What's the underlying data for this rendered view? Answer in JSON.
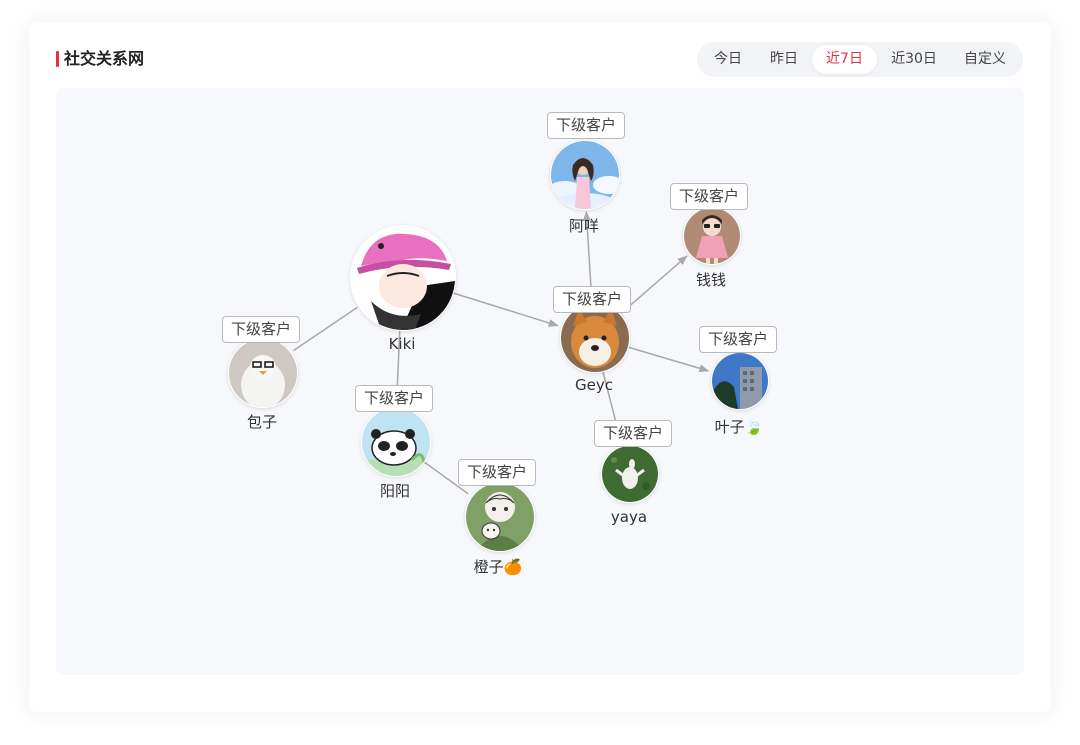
{
  "panel": {
    "title": "社交关系网"
  },
  "tabs": [
    {
      "label": "今日",
      "active": false
    },
    {
      "label": "昨日",
      "active": false
    },
    {
      "label": "近7日",
      "active": true
    },
    {
      "label": "近30日",
      "active": false
    },
    {
      "label": "自定义",
      "active": false
    }
  ],
  "badge_label": "下级客户",
  "colors": {
    "accent": "#e8313b",
    "edge": "#a8a8a8"
  },
  "nodes": [
    {
      "id": "kiki",
      "name": "Kiki",
      "badge": ""
    },
    {
      "id": "baozi",
      "name": "包子",
      "badge": "下级客户"
    },
    {
      "id": "yangyang",
      "name": "阳阳",
      "badge": "下级客户"
    },
    {
      "id": "chengzi",
      "name": "橙子🍊",
      "badge": "下级客户"
    },
    {
      "id": "geyc",
      "name": "Geyc",
      "badge": "下级客户"
    },
    {
      "id": "ayang",
      "name": "阿咩",
      "badge": "下级客户"
    },
    {
      "id": "qianqian",
      "name": "钱钱",
      "badge": "下级客户"
    },
    {
      "id": "yezi",
      "name": "叶子🍃",
      "badge": "下级客户"
    },
    {
      "id": "yaya",
      "name": "yaya",
      "badge": "下级客户"
    }
  ],
  "edges": [
    {
      "from": "kiki",
      "to": "baozi"
    },
    {
      "from": "kiki",
      "to": "yangyang"
    },
    {
      "from": "yangyang",
      "to": "chengzi"
    },
    {
      "from": "kiki",
      "to": "geyc",
      "arrow": true
    },
    {
      "from": "geyc",
      "to": "ayang",
      "arrow": true
    },
    {
      "from": "geyc",
      "to": "qianqian",
      "arrow": true
    },
    {
      "from": "geyc",
      "to": "yezi",
      "arrow": true
    },
    {
      "from": "geyc",
      "to": "yaya"
    }
  ]
}
